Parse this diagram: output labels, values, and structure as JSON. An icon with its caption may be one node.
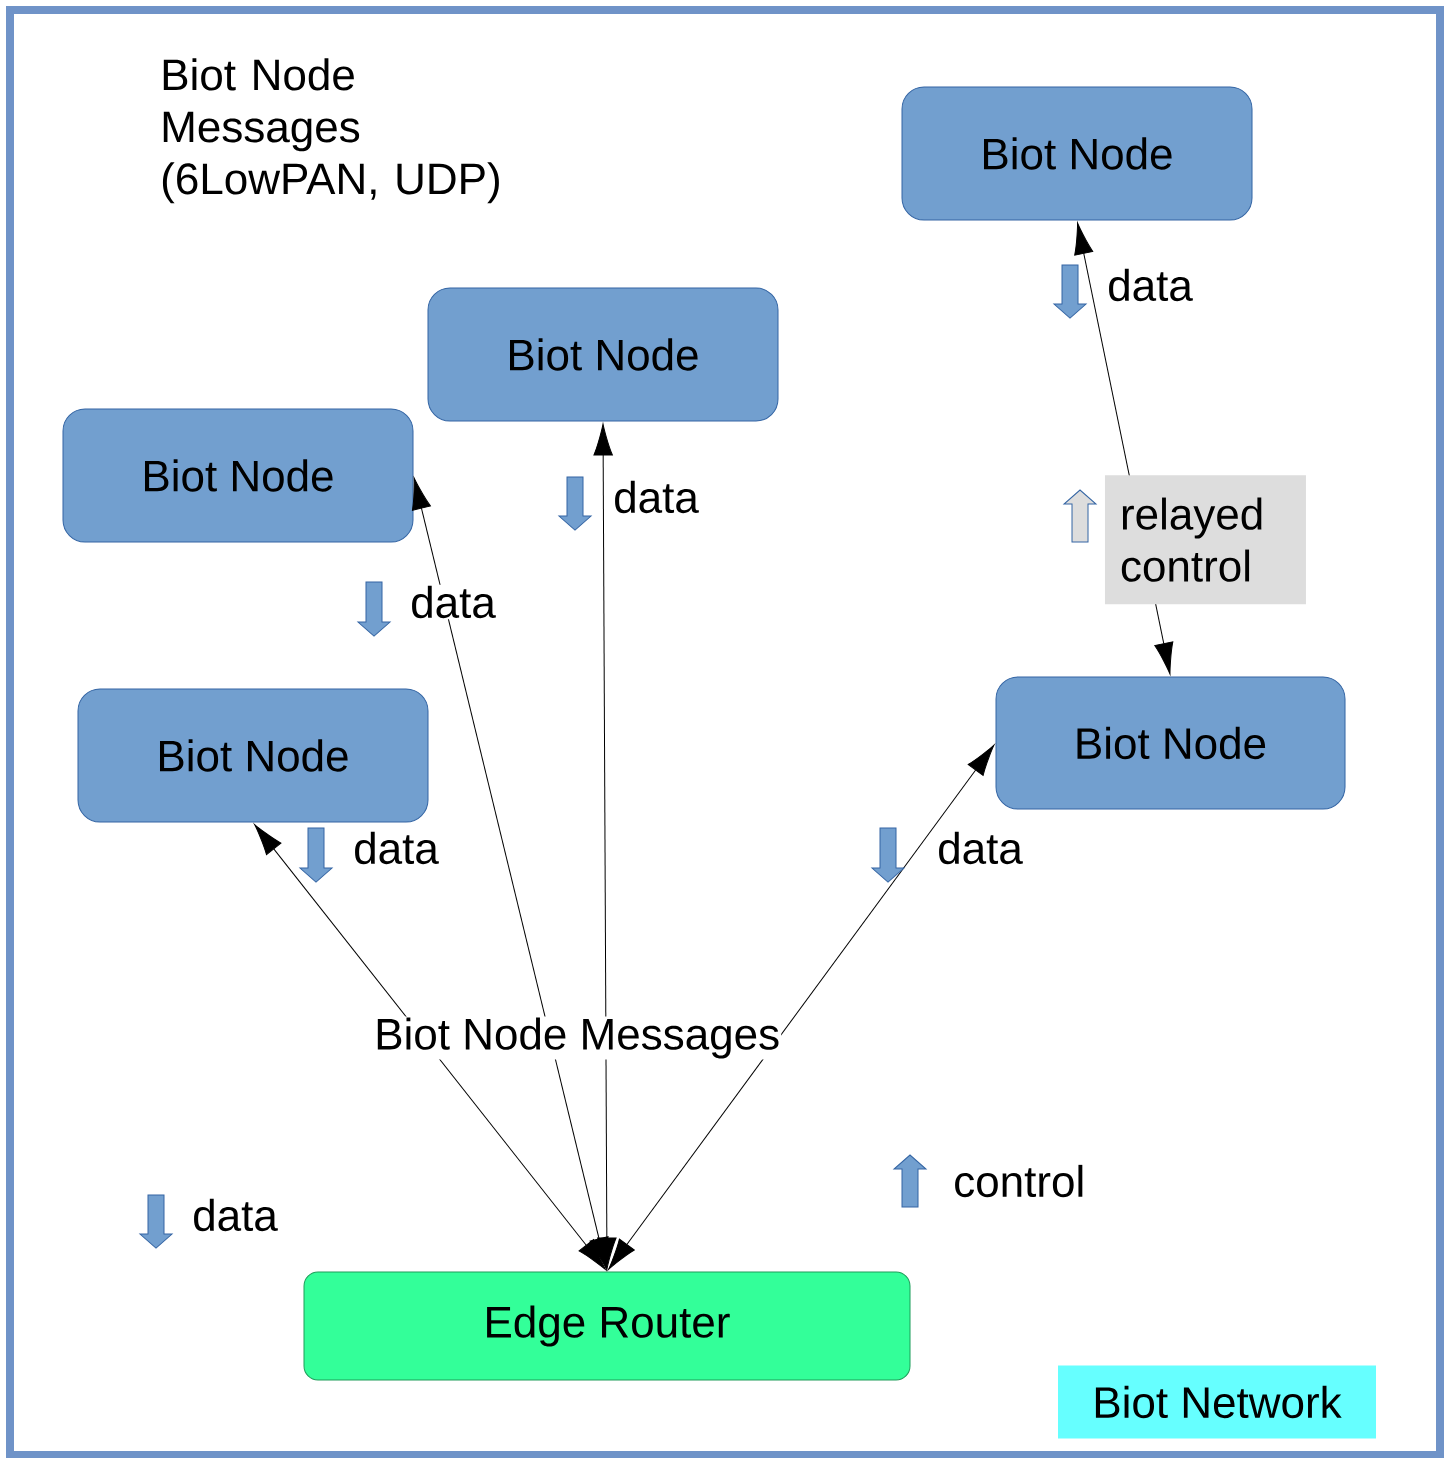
{
  "diagram": {
    "nodes": [
      {
        "text": [
          "Biot Network"
        ]
      },
      {
        "text": [
          "Biot Node"
        ],
        "in": 0
      },
      {
        "text": [
          "Biot Node"
        ],
        "in": 0
      },
      {
        "text": [
          "Biot Node"
        ],
        "in": 0
      },
      {
        "text": [
          "Biot Node"
        ],
        "in": 0
      },
      {
        "text": [
          "Biot Node"
        ],
        "in": 0
      },
      {
        "text": [
          "Edge Router"
        ],
        "in": 0
      }
    ],
    "edges": [
      {
        "from": 1,
        "to": 5,
        "arrow": "both",
        "label": "relayed control"
      },
      {
        "from": 6,
        "to": 4,
        "arrow": "both"
      },
      {
        "from": 6,
        "to": 3,
        "arrow": "both"
      },
      {
        "from": 6,
        "to": 2,
        "arrow": "both"
      },
      {
        "from": 6,
        "to": 5,
        "arrow": "both"
      }
    ],
    "labels": [
      "Biot Node Messages (6LowPAN, UDP)",
      "data",
      "data",
      "data",
      "data",
      "data",
      "Biot Node Messages",
      "control",
      "data"
    ]
  }
}
